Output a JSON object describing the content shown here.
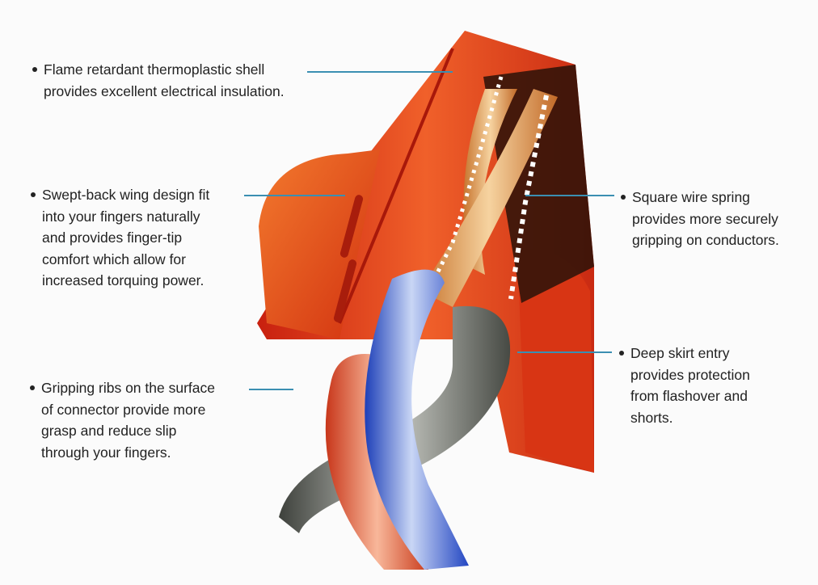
{
  "callouts": [
    {
      "id": "shell",
      "lines": [
        "Flame retardant thermoplastic shell",
        "provides excellent electrical insulation."
      ]
    },
    {
      "id": "wing",
      "lines": [
        "Swept-back wing design fit",
        "into your fingers naturally",
        "and provides finger-tip",
        "comfort which allow for",
        "increased torquing power."
      ]
    },
    {
      "id": "ribs",
      "lines": [
        "Gripping ribs on the surface",
        "of connector provide more",
        "grasp and reduce slip",
        "through your fingers."
      ]
    },
    {
      "id": "spring",
      "lines": [
        "Square wire spring",
        "provides more securely",
        "gripping on conductors."
      ]
    },
    {
      "id": "skirt",
      "lines": [
        "Deep skirt entry",
        "provides protection",
        "from flashover and",
        "shorts."
      ]
    }
  ],
  "colors": {
    "leader": "#3b8fb2",
    "shell": "#e2391a",
    "wire_blue": "#3a5fd0",
    "wire_orange": "#e0522a",
    "wire_gray": "#6e716b"
  }
}
